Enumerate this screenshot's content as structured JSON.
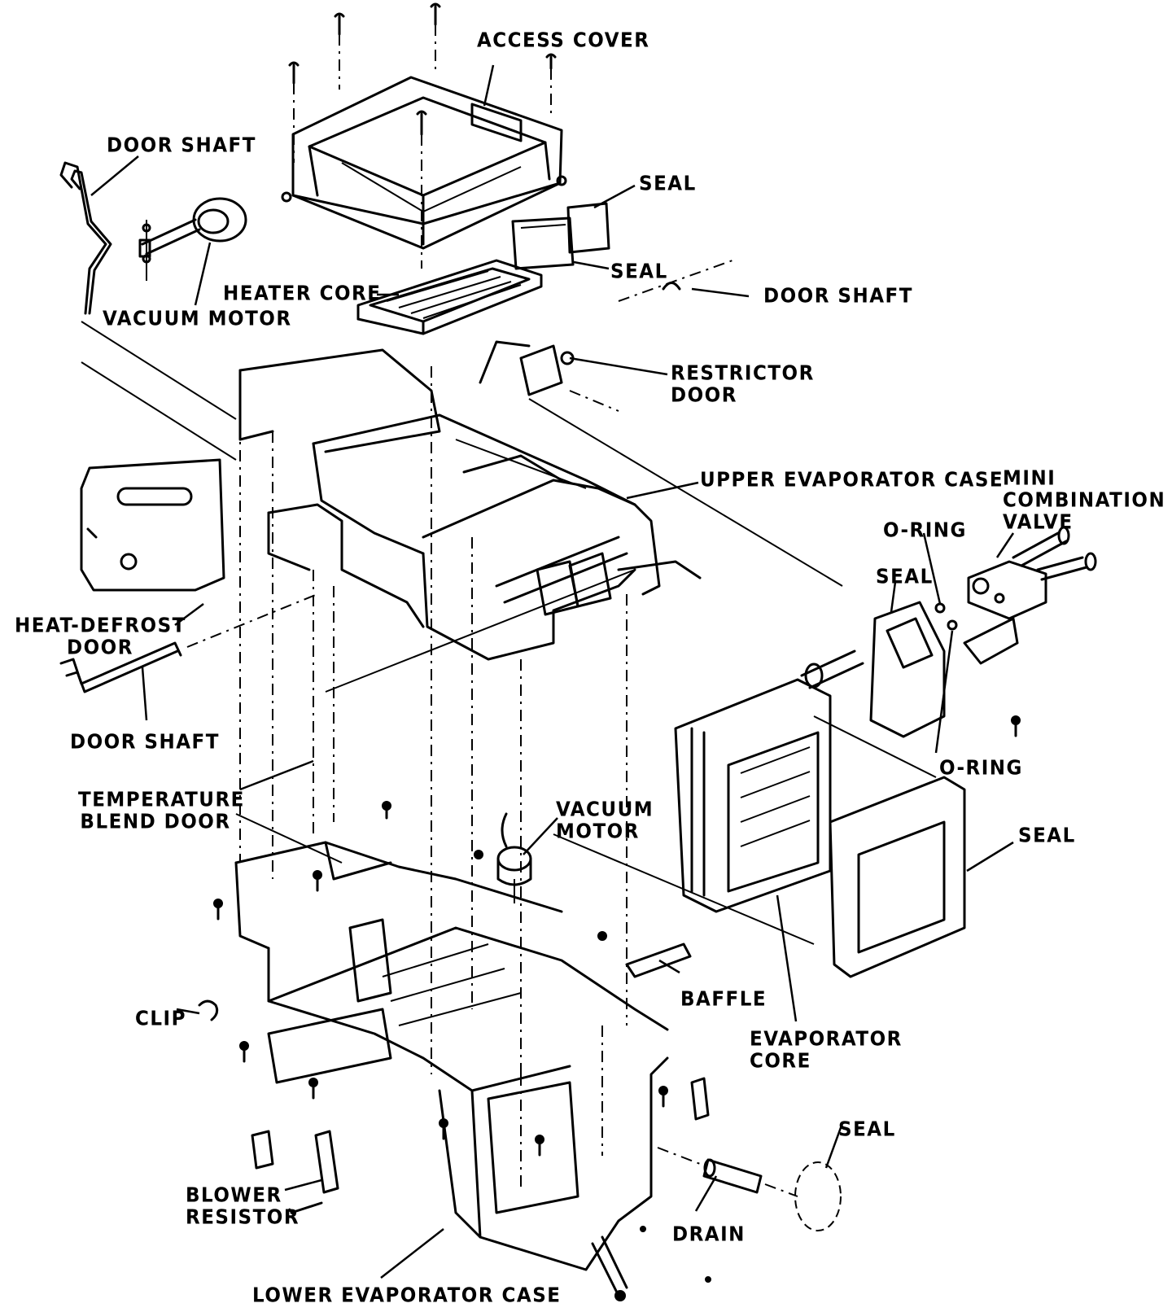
{
  "labels": {
    "access_cover": "ACCESS COVER",
    "door_shaft_top_left": "DOOR SHAFT",
    "seal_upper": "SEAL",
    "seal_middle": "SEAL",
    "heater_core": "HEATER CORE",
    "door_shaft_right": "DOOR SHAFT",
    "vacuum_motor_upper": "VACUUM MOTOR",
    "restrictor_door": [
      "RESTRICTOR",
      "DOOR"
    ],
    "upper_evaporator_case": "UPPER EVAPORATOR CASE",
    "mini_combination_valve": [
      "MINI",
      "COMBINATION",
      "VALVE"
    ],
    "o_ring_upper": "O-RING",
    "seal_valve": "SEAL",
    "heat_defrost_door": [
      "HEAT-DEFROST",
      "DOOR"
    ],
    "door_shaft_lower": "DOOR SHAFT",
    "o_ring_lower": "O-RING",
    "temperature_blend_door": [
      "TEMPERATURE",
      "BLEND DOOR"
    ],
    "vacuum_motor_lower": [
      "VACUUM",
      "MOTOR"
    ],
    "seal_evaporator": "SEAL",
    "baffle": "BAFFLE",
    "clip": "CLIP",
    "evaporator_core": [
      "EVAPORATOR",
      "CORE"
    ],
    "seal_drain": "SEAL",
    "blower_resistor": [
      "BLOWER",
      "RESISTOR"
    ],
    "drain": "DRAIN",
    "lower_evaporator_case": "LOWER EVAPORATOR CASE"
  }
}
